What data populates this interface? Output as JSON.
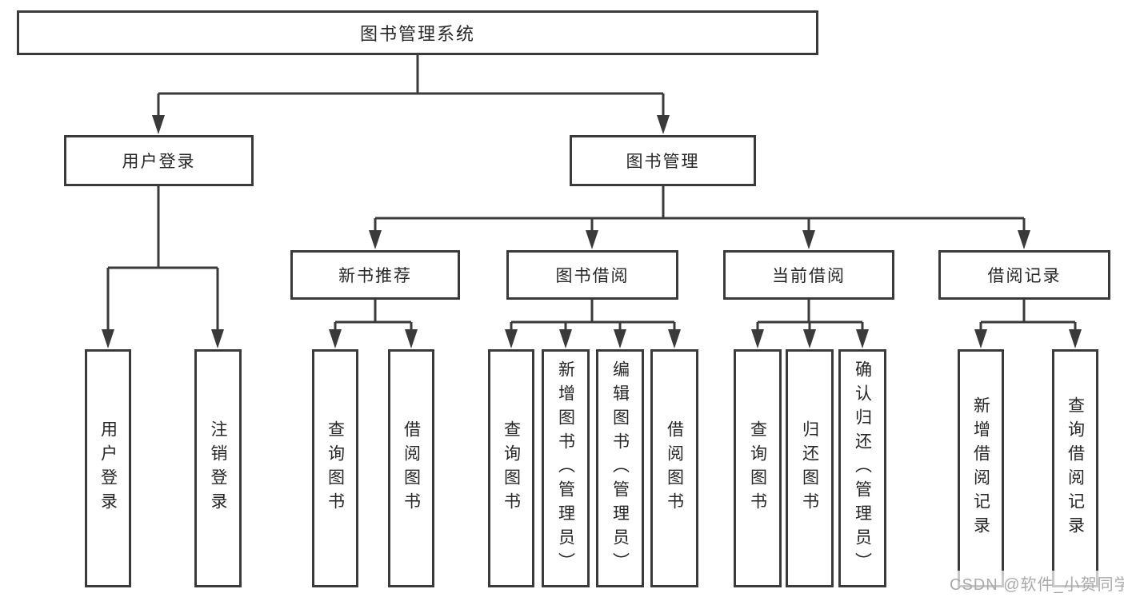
{
  "diagram": {
    "root": {
      "label": "图书管理系统"
    },
    "user_login": {
      "label": "用户登录",
      "children": [
        {
          "label": "用户登录"
        },
        {
          "label": "注销登录"
        }
      ]
    },
    "book_management": {
      "label": "图书管理",
      "children": [
        {
          "label": "新书推荐",
          "children": [
            {
              "label": "查询图书"
            },
            {
              "label": "借阅图书"
            }
          ]
        },
        {
          "label": "图书借阅",
          "children": [
            {
              "label": "查询图书"
            },
            {
              "label": "新增图书（管理员）"
            },
            {
              "label": "编辑图书（管理员）"
            },
            {
              "label": "借阅图书"
            }
          ]
        },
        {
          "label": "当前借阅",
          "children": [
            {
              "label": "查询图书"
            },
            {
              "label": "归还图书"
            },
            {
              "label": "确认归还（管理员）"
            }
          ]
        },
        {
          "label": "借阅记录",
          "children": [
            {
              "label": "新增借阅记录"
            },
            {
              "label": "查询借阅记录"
            }
          ]
        }
      ]
    }
  },
  "watermark": {
    "text": "CSDN @软件_小贺同学"
  },
  "colors": {
    "line": "#3a3a3a",
    "border": "#3a3a3a",
    "text": "#262626",
    "background": "#ffffff",
    "watermark": "#aaaaaa"
  }
}
